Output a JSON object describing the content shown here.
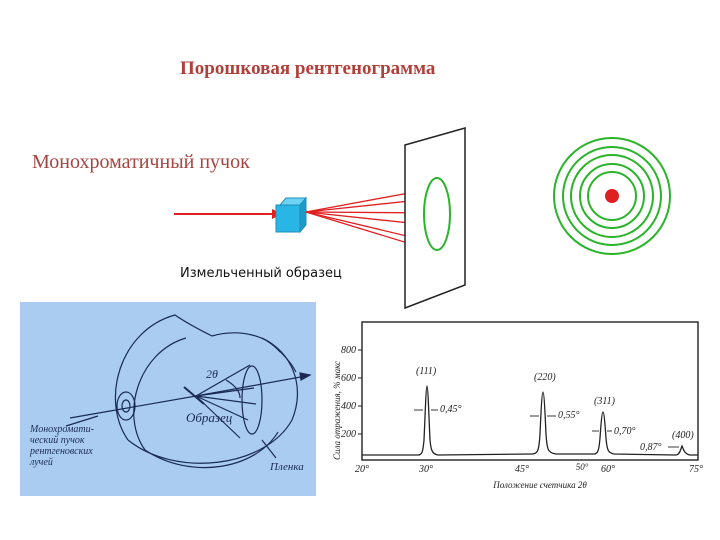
{
  "title": "Порошковая рентгенограмма",
  "beam_label": "Монохроматичный пучок",
  "sample_label": "Измельченный образец",
  "camera": {
    "angle_label": "2θ",
    "sample_label": "Образец",
    "source_label": "Монохромати-\nческий пучок\nрентгеновских\nлучей",
    "film_label": "Пленка"
  },
  "pattern": {
    "y_ticks": [
      "200",
      "400",
      "600",
      "800"
    ],
    "x_ticks": [
      "20°",
      "30°",
      "45°",
      "50°",
      "60°",
      "75°"
    ],
    "ylabel": "Сила отражения, % макс",
    "xlabel": "Положение счетчика 2θ",
    "peaks": [
      {
        "label": "(111)",
        "width": "0,45°"
      },
      {
        "label": "(220)",
        "width": "0,55°"
      },
      {
        "label": "(311)",
        "width": "0,70°"
      },
      {
        "label": "(400)",
        "width": "0,87°"
      }
    ]
  },
  "colors": {
    "title": "#b0403a",
    "beam": "#e02020",
    "cube": "#29b6e6",
    "rings": "#2bb42b",
    "panel": "#aaccf0"
  }
}
